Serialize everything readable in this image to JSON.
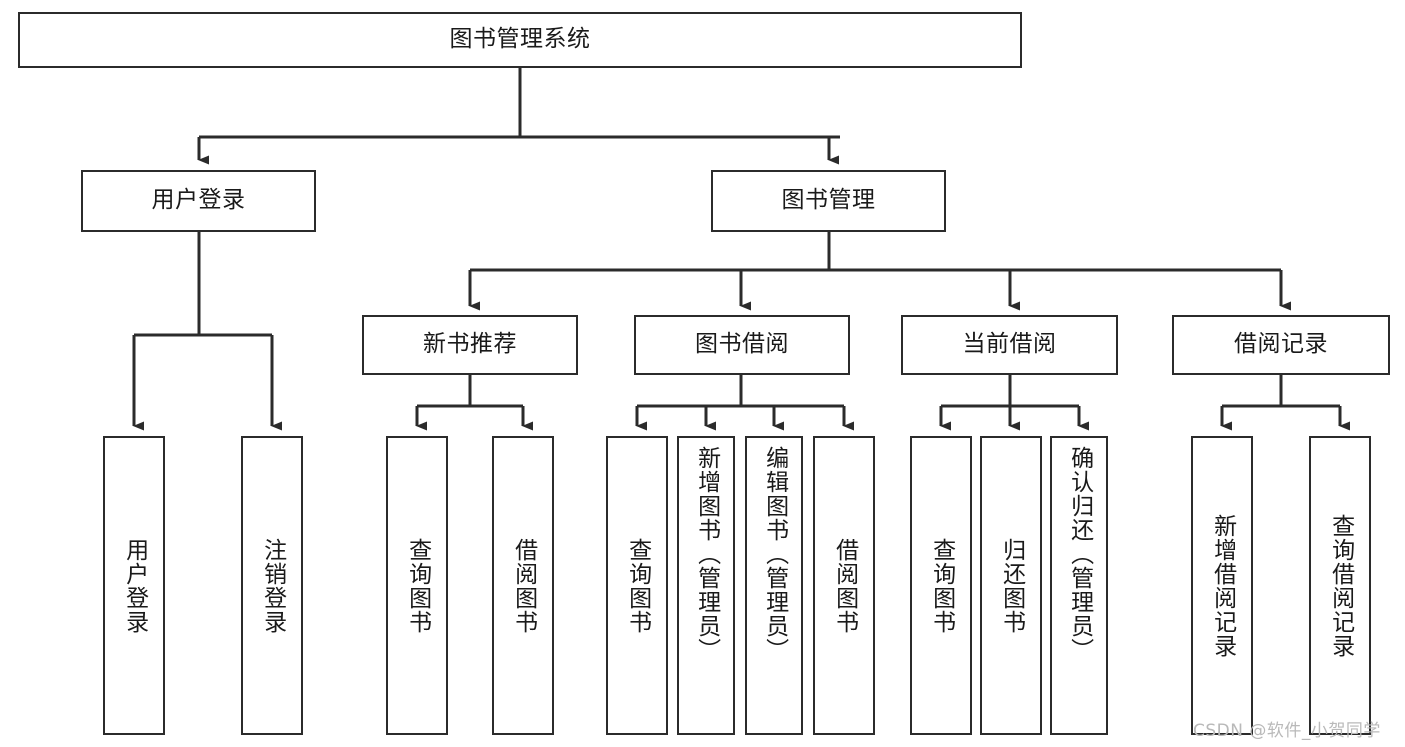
{
  "diagram": {
    "type": "tree-hierarchy-chart",
    "title": "图书管理系统",
    "watermark": "CSDN @软件_小贺同学",
    "colors": {
      "box_border": "#2b2b2b",
      "box_fill": "#ffffff",
      "connector": "#2b2b2b",
      "text": "#1a1a1a",
      "watermark": "#b9b9b9",
      "background": "#ffffff"
    },
    "nodes": {
      "root": {
        "label": "图书管理系统",
        "level": 1,
        "orientation": "horizontal"
      },
      "level2": [
        {
          "id": "user-login",
          "label": "用户登录",
          "orientation": "horizontal"
        },
        {
          "id": "book-management",
          "label": "图书管理",
          "orientation": "horizontal"
        }
      ],
      "level3": [
        {
          "id": "new-book-recommend",
          "label": "新书推荐",
          "orientation": "horizontal",
          "parent": "book-management"
        },
        {
          "id": "book-borrow",
          "label": "图书借阅",
          "orientation": "horizontal",
          "parent": "book-management"
        },
        {
          "id": "current-borrow",
          "label": "当前借阅",
          "orientation": "horizontal",
          "parent": "book-management"
        },
        {
          "id": "borrow-record",
          "label": "借阅记录",
          "orientation": "horizontal",
          "parent": "book-management"
        }
      ],
      "leaves": [
        {
          "id": "leaf-user-login",
          "label": "用户登录",
          "orientation": "vertical",
          "parent": "user-login"
        },
        {
          "id": "leaf-logout-login",
          "label": "注销登录",
          "orientation": "vertical",
          "parent": "user-login"
        },
        {
          "id": "leaf-query-book-1",
          "label": "查询图书",
          "orientation": "vertical",
          "parent": "new-book-recommend"
        },
        {
          "id": "leaf-borrow-book-1",
          "label": "借阅图书",
          "orientation": "vertical",
          "parent": "new-book-recommend"
        },
        {
          "id": "leaf-query-book-2",
          "label": "查询图书",
          "orientation": "vertical",
          "parent": "book-borrow"
        },
        {
          "id": "leaf-add-book",
          "label": "新增图书（管理员）",
          "orientation": "vertical",
          "parent": "book-borrow"
        },
        {
          "id": "leaf-edit-book",
          "label": "编辑图书（管理员）",
          "orientation": "vertical",
          "parent": "book-borrow"
        },
        {
          "id": "leaf-borrow-book-2",
          "label": "借阅图书",
          "orientation": "vertical",
          "parent": "book-borrow"
        },
        {
          "id": "leaf-query-book-3",
          "label": "查询图书",
          "orientation": "vertical",
          "parent": "current-borrow"
        },
        {
          "id": "leaf-return-book",
          "label": "归还图书",
          "orientation": "vertical",
          "parent": "current-borrow"
        },
        {
          "id": "leaf-confirm-return",
          "label": "确认归还（管理员）",
          "orientation": "vertical",
          "parent": "current-borrow"
        },
        {
          "id": "leaf-add-borrow-record",
          "label": "新增借阅记录",
          "orientation": "vertical",
          "parent": "borrow-record"
        },
        {
          "id": "leaf-query-borrow-record",
          "label": "查询借阅记录",
          "orientation": "vertical",
          "parent": "borrow-record"
        }
      ]
    }
  }
}
